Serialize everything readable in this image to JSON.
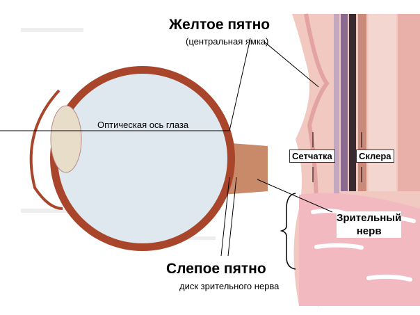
{
  "labels": {
    "macula_title": "Желтое пятно",
    "macula_subtitle": "(центральная ямка)",
    "optical_axis": "Оптическая ось глаза",
    "retina": "Сетчатка",
    "sclera": "Склера",
    "optic_nerve_line1": "Зрительный",
    "optic_nerve_line2": "нерв",
    "blind_spot_title": "Слепое пятно",
    "blind_spot_subtitle": "диск зрительного нерва"
  },
  "colors": {
    "eyeball_fill": "#dfe8ee",
    "wall": "#a8452a",
    "tissue": "#f2c9c0",
    "lens": "#e8ddc8"
  }
}
